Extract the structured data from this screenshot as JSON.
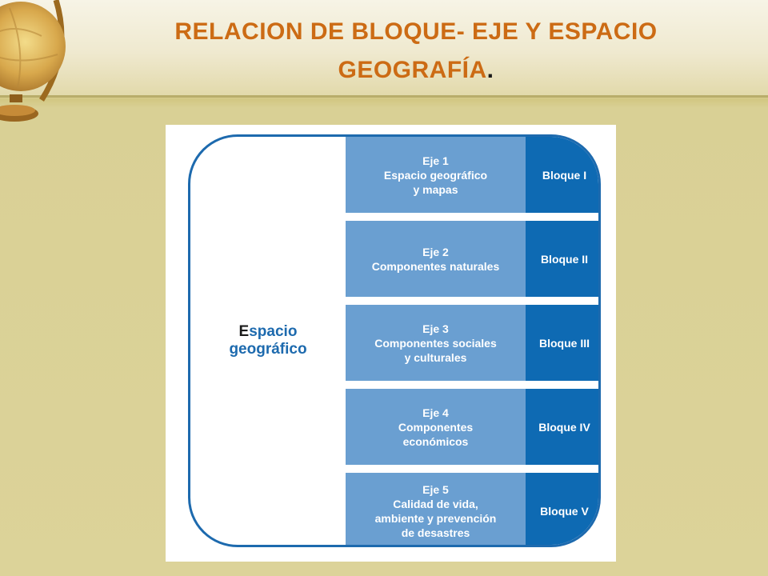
{
  "slide": {
    "title_main": "RELACION DE BLOQUE- EJE Y ESPACIO GEOGRAFÍA",
    "title_end": "."
  },
  "diagram": {
    "center_label": {
      "first": "E",
      "line1_rest": "spacio",
      "line2": "geográfico"
    },
    "rows": [
      {
        "eje_title": "Eje 1",
        "eje_lines": [
          "Espacio geográfico",
          "y mapas"
        ],
        "bloque": "Bloque I"
      },
      {
        "eje_title": "Eje 2",
        "eje_lines": [
          "Componentes naturales"
        ],
        "bloque": "Bloque II"
      },
      {
        "eje_title": "Eje 3",
        "eje_lines": [
          "Componentes sociales",
          "y culturales"
        ],
        "bloque": "Bloque III"
      },
      {
        "eje_title": "Eje 4",
        "eje_lines": [
          "Componentes",
          "económicos"
        ],
        "bloque": "Bloque IV"
      },
      {
        "eje_title": "Eje 5",
        "eje_lines": [
          "Calidad de vida,",
          "ambiente y prevención",
          "de desastres"
        ],
        "bloque": "Bloque V"
      }
    ],
    "colors": {
      "eje_fill": "#6a9fd1",
      "bloque_fill": "#0e6ab3",
      "frame": "#1d6aae",
      "title": "#cc6b14"
    }
  },
  "decor": {
    "icon": "globe-icon"
  }
}
